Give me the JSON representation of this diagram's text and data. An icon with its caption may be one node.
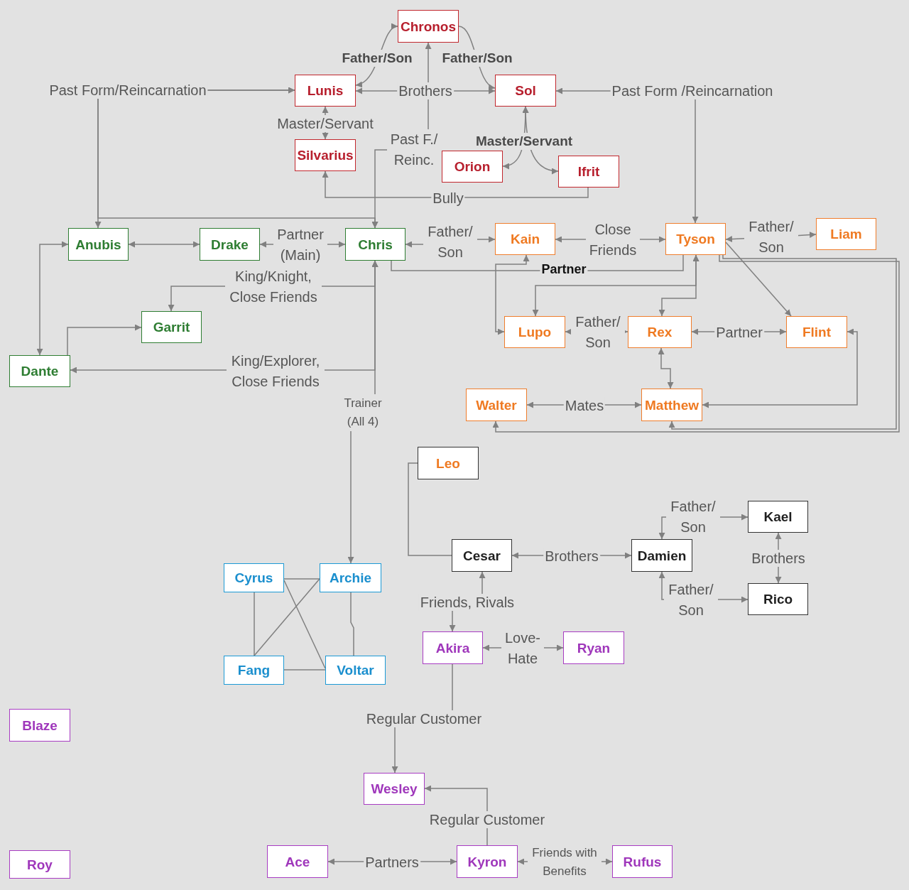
{
  "diagram": {
    "nodes": [
      {
        "text": [
          "Chronos"
        ]
      },
      {
        "text": [
          "Lunis"
        ]
      },
      {
        "text": [
          "Sol"
        ]
      },
      {
        "text": [
          "Silvarius"
        ]
      },
      {
        "text": [
          "Orion"
        ]
      },
      {
        "text": [
          "Ifrit"
        ]
      },
      {
        "text": [
          "Anubis"
        ]
      },
      {
        "text": [
          "Drake"
        ]
      },
      {
        "text": [
          "Chris"
        ]
      },
      {
        "text": [
          "Garrit"
        ]
      },
      {
        "text": [
          "Dante"
        ]
      },
      {
        "text": [
          "Kain"
        ]
      },
      {
        "text": [
          "Tyson"
        ]
      },
      {
        "text": [
          "Liam"
        ]
      },
      {
        "text": [
          "Lupo"
        ]
      },
      {
        "text": [
          "Rex"
        ]
      },
      {
        "text": [
          "Flint"
        ]
      },
      {
        "text": [
          "Walter"
        ]
      },
      {
        "text": [
          "Matthew"
        ]
      },
      {
        "text": [
          "Leo"
        ]
      },
      {
        "text": [
          "Cesar"
        ]
      },
      {
        "text": [
          "Damien"
        ]
      },
      {
        "text": [
          "Kael"
        ]
      },
      {
        "text": [
          "Rico"
        ]
      },
      {
        "text": [
          "Cyrus"
        ]
      },
      {
        "text": [
          "Archie"
        ]
      },
      {
        "text": [
          "Fang"
        ]
      },
      {
        "text": [
          "Voltar"
        ]
      },
      {
        "text": [
          "Akira"
        ]
      },
      {
        "text": [
          "Ryan"
        ]
      },
      {
        "text": [
          "Blaze"
        ]
      },
      {
        "text": [
          "Wesley"
        ]
      },
      {
        "text": [
          "Roy"
        ]
      },
      {
        "text": [
          "Ace"
        ]
      },
      {
        "text": [
          "Kyron"
        ]
      },
      {
        "text": [
          "Rufus"
        ]
      }
    ],
    "edges": [
      {
        "from": 0,
        "to": 1,
        "label": "Father/Son",
        "arrow": "both"
      },
      {
        "from": 0,
        "to": 2,
        "label": "Father/Son",
        "arrow": "to"
      },
      {
        "from": 1,
        "to": 2,
        "label": "Brothers",
        "arrow": "both"
      },
      {
        "from": 1,
        "to": 3,
        "label": "Master/Servant",
        "arrow": "both"
      },
      {
        "from": 1,
        "to": 6,
        "label": "Past Form/Reincarnation",
        "arrow": "both"
      },
      {
        "from": 1,
        "to": 8,
        "arrow": "both"
      },
      {
        "from": 0,
        "to": 8,
        "label": "Past F./ Reinc.",
        "arrow": "both"
      },
      {
        "from": 2,
        "to": 4,
        "label": "Master/Servant",
        "arrow": "both"
      },
      {
        "from": 2,
        "to": 5,
        "arrow": "both"
      },
      {
        "from": 5,
        "to": 3,
        "label": "Bully",
        "arrow": "to"
      },
      {
        "from": 6,
        "to": 7,
        "arrow": "both"
      },
      {
        "from": 7,
        "to": 8,
        "label": "Partner (Main)",
        "arrow": "both"
      },
      {
        "from": 6,
        "to": 10,
        "arrow": "both"
      },
      {
        "from": 10,
        "to": 9,
        "arrow": "to"
      },
      {
        "from": 8,
        "to": 9,
        "label": "King/Knight, Close Friends",
        "arrow": "both"
      },
      {
        "from": 8,
        "to": 10,
        "label": "King/Explorer, Close Friends",
        "arrow": "both"
      },
      {
        "from": 8,
        "to": 25,
        "label": "Trainer (All 4)",
        "arrow": "both"
      },
      {
        "from": 8,
        "to": 11,
        "label": "Father/ Son",
        "arrow": "both"
      },
      {
        "from": 8,
        "to": 12,
        "label": "Partner",
        "arrow": "none"
      },
      {
        "from": 11,
        "to": 12,
        "label": "Close Friends",
        "arrow": "both"
      },
      {
        "from": 12,
        "to": 13,
        "label": "Father/ Son",
        "arrow": "both"
      },
      {
        "from": 12,
        "to": 16,
        "arrow": "to"
      },
      {
        "from": 12,
        "to": 14,
        "arrow": "both"
      },
      {
        "from": 12,
        "to": 15,
        "arrow": "both"
      },
      {
        "from": 11,
        "to": 14,
        "arrow": "both"
      },
      {
        "from": 14,
        "to": 15,
        "label": "Father/ Son",
        "arrow": "both"
      },
      {
        "from": 15,
        "to": 16,
        "label": "Partner",
        "arrow": "both"
      },
      {
        "from": 15,
        "to": 18,
        "arrow": "both"
      },
      {
        "from": 17,
        "to": 18,
        "label": "Mates",
        "arrow": "both"
      },
      {
        "from": 16,
        "to": 18,
        "arrow": "both"
      },
      {
        "from": 12,
        "to": 18,
        "arrow": "to"
      },
      {
        "from": 12,
        "to": 17,
        "arrow": "to"
      },
      {
        "from": 19,
        "to": 20,
        "arrow": "none"
      },
      {
        "from": 20,
        "to": 21,
        "label": "Brothers",
        "arrow": "both"
      },
      {
        "from": 21,
        "to": 22,
        "label": "Father/ Son",
        "arrow": "both"
      },
      {
        "from": 21,
        "to": 23,
        "label": "Father/ Son",
        "arrow": "both"
      },
      {
        "from": 22,
        "to": 23,
        "label": "Brothers",
        "arrow": "both"
      },
      {
        "from": 20,
        "to": 28,
        "label": "Friends, Rivals",
        "arrow": "both"
      },
      {
        "from": 28,
        "to": 29,
        "label": "Love- Hate",
        "arrow": "both"
      },
      {
        "from": 24,
        "to": 25,
        "arrow": "none"
      },
      {
        "from": 24,
        "to": 26,
        "arrow": "none"
      },
      {
        "from": 24,
        "to": 27,
        "arrow": "none"
      },
      {
        "from": 25,
        "to": 26,
        "arrow": "none"
      },
      {
        "from": 25,
        "to": 27,
        "arrow": "none"
      },
      {
        "from": 26,
        "to": 27,
        "arrow": "none"
      },
      {
        "from": 28,
        "to": 31,
        "label": "Regular Customer",
        "arrow": "to"
      },
      {
        "from": 34,
        "to": 31,
        "label": "Regular Customer",
        "arrow": "to"
      },
      {
        "from": 33,
        "to": 34,
        "label": "Partners",
        "arrow": "both"
      },
      {
        "from": 34,
        "to": 35,
        "label": "Friends with Benefits",
        "arrow": "both"
      },
      {
        "from": 12,
        "to": 2,
        "label": "Past Form /Reincarnation",
        "arrow": "both"
      }
    ]
  }
}
